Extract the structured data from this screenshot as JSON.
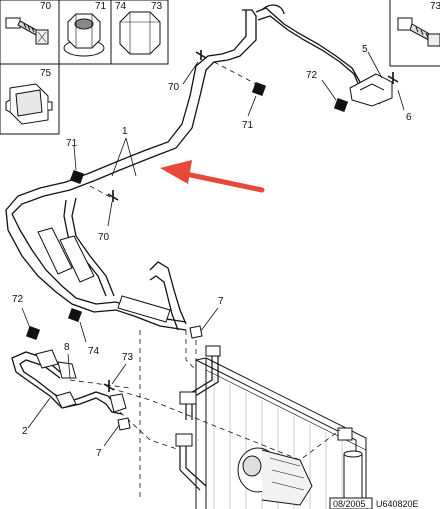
{
  "parts_table": {
    "cells": [
      "70",
      "71",
      "74",
      "73",
      "75",
      "73"
    ]
  },
  "callouts": {
    "c1": "1",
    "c2": "2",
    "c5": "5",
    "c6": "6",
    "c7a": "7",
    "c7b": "7",
    "c8": "8",
    "c70a": "70",
    "c70b": "70",
    "c71a": "71",
    "c71b": "71",
    "c72a": "72",
    "c72b": "72",
    "c73": "73",
    "c74": "74"
  },
  "footer": {
    "date": "08/2005",
    "ref": "U640820E"
  },
  "colors": {
    "line": "#111111",
    "arrow": "#e8483a",
    "grey": "#9a9a9a"
  }
}
